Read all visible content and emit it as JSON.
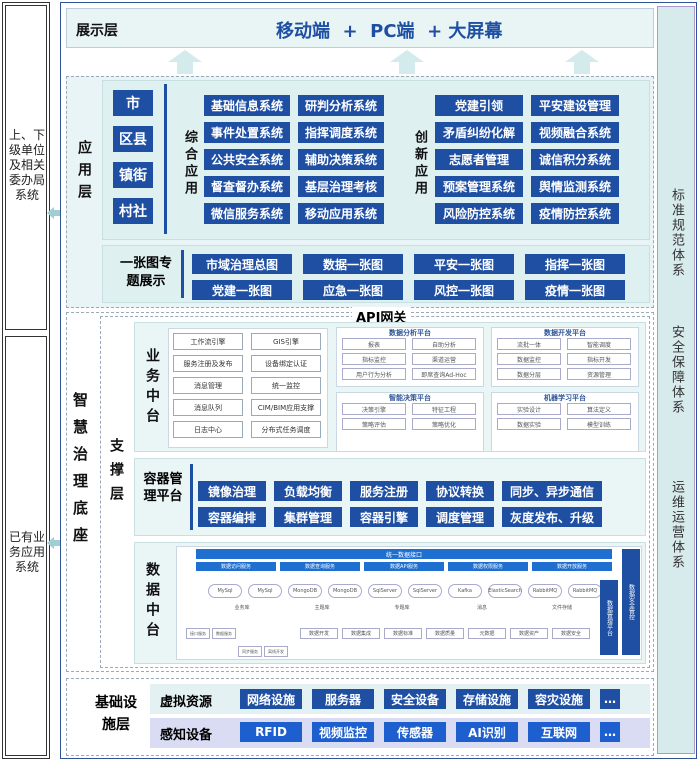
{
  "left_panel": {
    "top_text": "上、下级单位及相关委办局系统",
    "bottom_text": "已有业务应用系统"
  },
  "right_panel": {
    "items": [
      "标准规范体系",
      "安全保障体系",
      "运维运营体系"
    ]
  },
  "display_layer": {
    "label": "展示层",
    "content": "移动端  +  PC端  + 大屏幕"
  },
  "application_layer": {
    "label": "应用层",
    "admin_levels": [
      "市",
      "区县",
      "镇街",
      "村社"
    ],
    "comprehensive_label": "综合应用",
    "comprehensive_apps": [
      [
        "基础信息系统",
        "研判分析系统"
      ],
      [
        "事件处置系统",
        "指挥调度系统"
      ],
      [
        "公共安全系统",
        "辅助决策系统"
      ],
      [
        "督查督办系统",
        "基层治理考核"
      ],
      [
        "微信服务系统",
        "移动应用系统"
      ]
    ],
    "innovation_label": "创新应用",
    "innovation_apps": [
      [
        "党建引领",
        "平安建设管理"
      ],
      [
        "矛盾纠纷化解",
        "视频融合系统"
      ],
      [
        "志愿者管理",
        "诚信积分系统"
      ],
      [
        "预案管理系统",
        "舆情监测系统"
      ],
      [
        "风险防控系统",
        "疫情防控系统"
      ]
    ],
    "map_label": "一张图专题展示",
    "map_items": [
      [
        "市域治理总图",
        "数据一张图",
        "平安一张图",
        "指挥一张图"
      ],
      [
        "党建一张图",
        "应急一张图",
        "风控一张图",
        "疫情一张图"
      ]
    ]
  },
  "foundation": {
    "label": "智慧治理底座",
    "api_gateway": "API网关",
    "support_label": "支撑层",
    "business_center": {
      "label": "业务中台",
      "left_items": [
        [
          "工作流引擎",
          "GIS引擎"
        ],
        [
          "服务注册及发布",
          "设备绑定认证"
        ],
        [
          "消息管理",
          "统一监控"
        ],
        [
          "消息队列",
          "CIM/BIM应用支撑"
        ],
        [
          "日志中心",
          "分布式任务调度"
        ]
      ],
      "platforms": [
        {
          "title": "数据分析平台",
          "items": [
            [
              "报表",
              "自助分析"
            ],
            [
              "指标监控",
              "渠道运营"
            ],
            [
              "用户行为分析",
              "即席查询Ad-Hoc"
            ]
          ]
        },
        {
          "title": "数据开发平台",
          "items": [
            [
              "流批一体",
              "智能调度"
            ],
            [
              "数据监控",
              "指标开发"
            ],
            [
              "数据分层",
              "资源管理"
            ]
          ]
        },
        {
          "title": "智能决策平台",
          "items": [
            [
              "决策引擎",
              "特征工程"
            ],
            [
              "策略评估",
              "策略优化"
            ]
          ]
        },
        {
          "title": "机器学习平台",
          "items": [
            [
              "实验设计",
              "算法定义"
            ],
            [
              "数据实验",
              "模型训练"
            ]
          ]
        }
      ]
    },
    "container_platform": {
      "label": "容器管理平台",
      "rows": [
        [
          "镜像治理",
          "负载均衡",
          "服务注册",
          "协议转换",
          "同步、异步通信"
        ],
        [
          "容器编排",
          "集群管理",
          "容器引擎",
          "调度管理",
          "灰度发布、升级"
        ]
      ]
    },
    "data_center": {
      "label": "数据中台",
      "top_bar": "统一数据接口",
      "row1": [
        "数据访问服务",
        "数据查询服务",
        "数据API服务",
        "数据权限服务",
        "数据开放服务"
      ],
      "stores": [
        "MySql",
        "MySql",
        "MongoDB",
        "MongoDB",
        "SqlServer",
        "SqlServer",
        "Kafka",
        "ElasticSearch",
        "RabbitMQ",
        "RabbitMQ"
      ],
      "store_captions": [
        "业务库",
        "主题库",
        "专题库",
        "消息",
        "文件存储"
      ],
      "row3a": [
        "数据开发",
        "数据集成",
        "数据标准",
        "数据质量",
        "元数据",
        "数据资产",
        "数据安全"
      ],
      "row3b": [
        "接口服务",
        "数据服务",
        "同步服务",
        "离线开发"
      ],
      "right_col": [
        "数据安全管控",
        "数据管理平台"
      ]
    }
  },
  "infra": {
    "label": "基础设施层",
    "virtual_label": "虚拟资源",
    "virtual_items": [
      "网络设施",
      "服务器",
      "安全设备",
      "存储设施",
      "容灾设施",
      "…"
    ],
    "sensing_label": "感知设备",
    "sensing_items": [
      "RFID",
      "视频监控",
      "传感器",
      "AI识别",
      "互联网",
      "…"
    ]
  }
}
